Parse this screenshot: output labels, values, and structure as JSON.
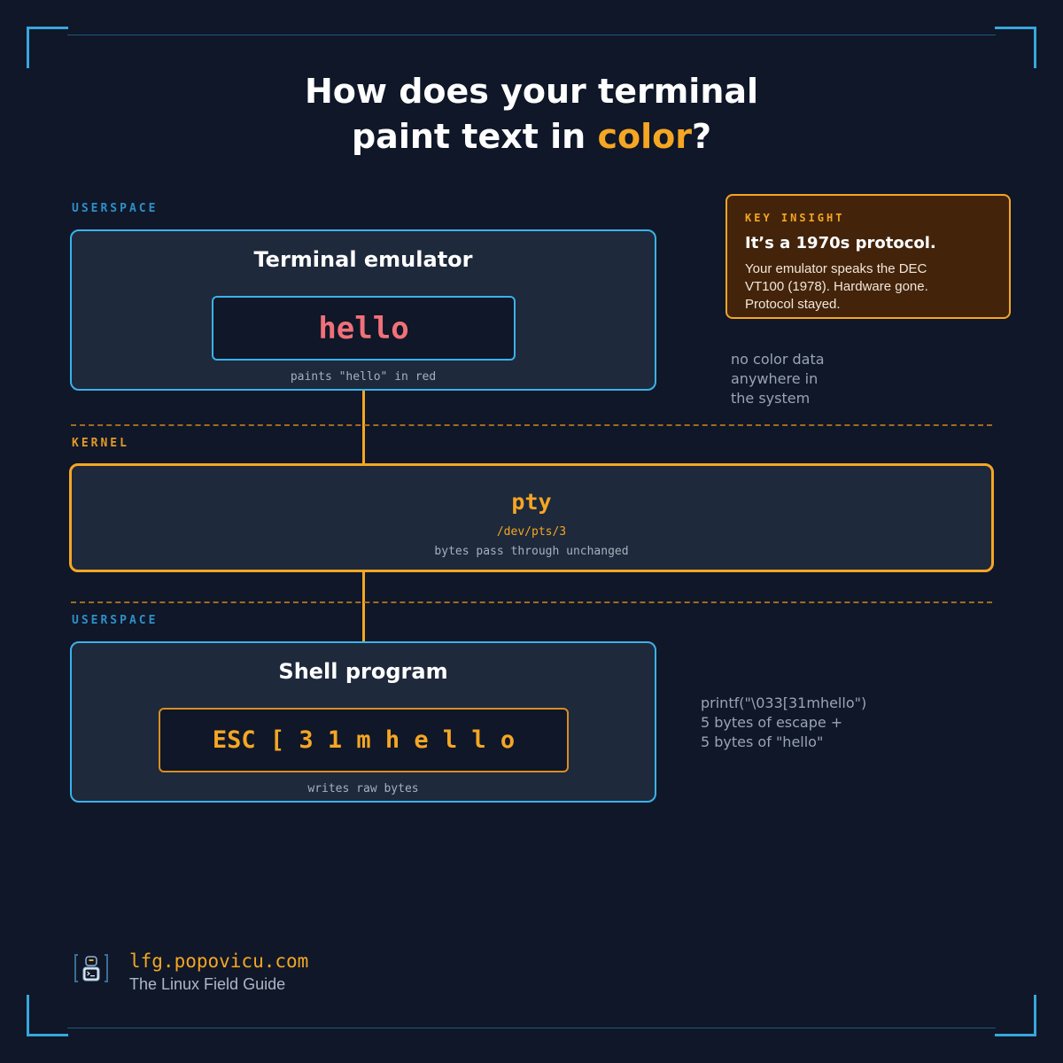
{
  "title": {
    "line1": "How does your terminal",
    "line2_prefix": "paint text in ",
    "line2_accent": "color",
    "line2_suffix": "?"
  },
  "layers": {
    "top_label": "USERSPACE",
    "kernel_label": "KERNEL",
    "bottom_label": "USERSPACE"
  },
  "terminal_emulator": {
    "heading": "Terminal emulator",
    "display": "hello",
    "caption": "paints \"hello\" in red"
  },
  "pty": {
    "heading": "pty",
    "path": "/dev/pts/3",
    "caption": "bytes pass through unchanged"
  },
  "shell_program": {
    "heading": "Shell program",
    "bytes": "ESC [ 3 1 m h e l l o",
    "caption": "writes raw bytes"
  },
  "key_insight": {
    "label": "KEY INSIGHT",
    "title": "It’s a 1970s protocol.",
    "body": [
      "Your emulator speaks the DEC",
      "VT100 (1978). Hardware gone.",
      "Protocol stayed."
    ]
  },
  "notes": {
    "right_top": [
      "no color data",
      "anywhere in",
      "the system"
    ],
    "right_bottom": [
      "printf(\"\\033[31mhello\")",
      "5 bytes of escape +",
      "5 bytes of \"hello\""
    ]
  },
  "footer": {
    "url": "lfg.popovicu.com",
    "tagline": "The Linux Field Guide",
    "logo_icon": "terminal-robot-icon"
  },
  "colors": {
    "background": "#0f1729",
    "accent_orange": "#f5a623",
    "accent_blue": "#3ab2ea",
    "hello_red": "#f07178"
  }
}
